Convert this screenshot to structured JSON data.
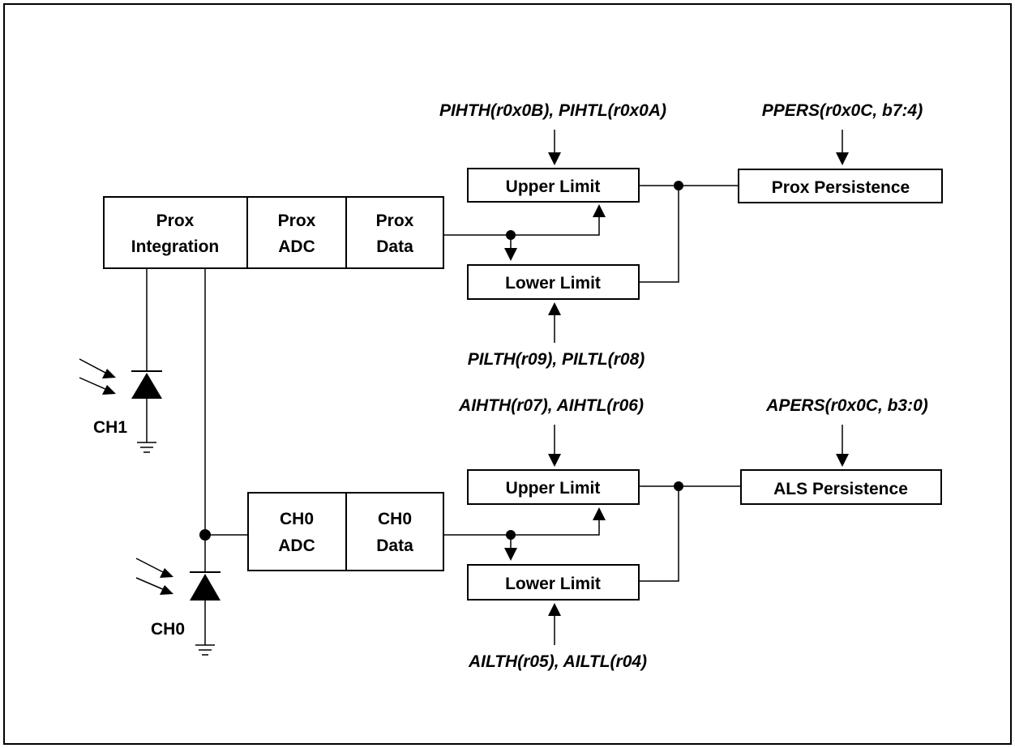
{
  "prox_chain": {
    "integration_line1": "Prox",
    "integration_line2": "Integration",
    "adc_line1": "Prox",
    "adc_line2": "ADC",
    "data_line1": "Prox",
    "data_line2": "Data"
  },
  "ch0_chain": {
    "adc_line1": "CH0",
    "adc_line2": "ADC",
    "data_line1": "CH0",
    "data_line2": "Data"
  },
  "prox_threshold": {
    "upper_label": "Upper Limit",
    "lower_label": "Lower Limit",
    "upper_registers": "PIHTH(r0x0B), PIHTL(r0x0A)",
    "lower_registers": "PILTH(r09), PILTL(r08)",
    "persistence_label": "Prox Persistence",
    "persistence_register": "PPERS(r0x0C, b7:4)"
  },
  "als_threshold": {
    "upper_label": "Upper Limit",
    "lower_label": "Lower Limit",
    "upper_registers": "AIHTH(r07), AIHTL(r06)",
    "lower_registers": "AILTH(r05), AILTL(r04)",
    "persistence_label": "ALS Persistence",
    "persistence_register": "APERS(r0x0C, b3:0)"
  },
  "photodiodes": {
    "ch1_label": "CH1",
    "ch0_label": "CH0"
  }
}
